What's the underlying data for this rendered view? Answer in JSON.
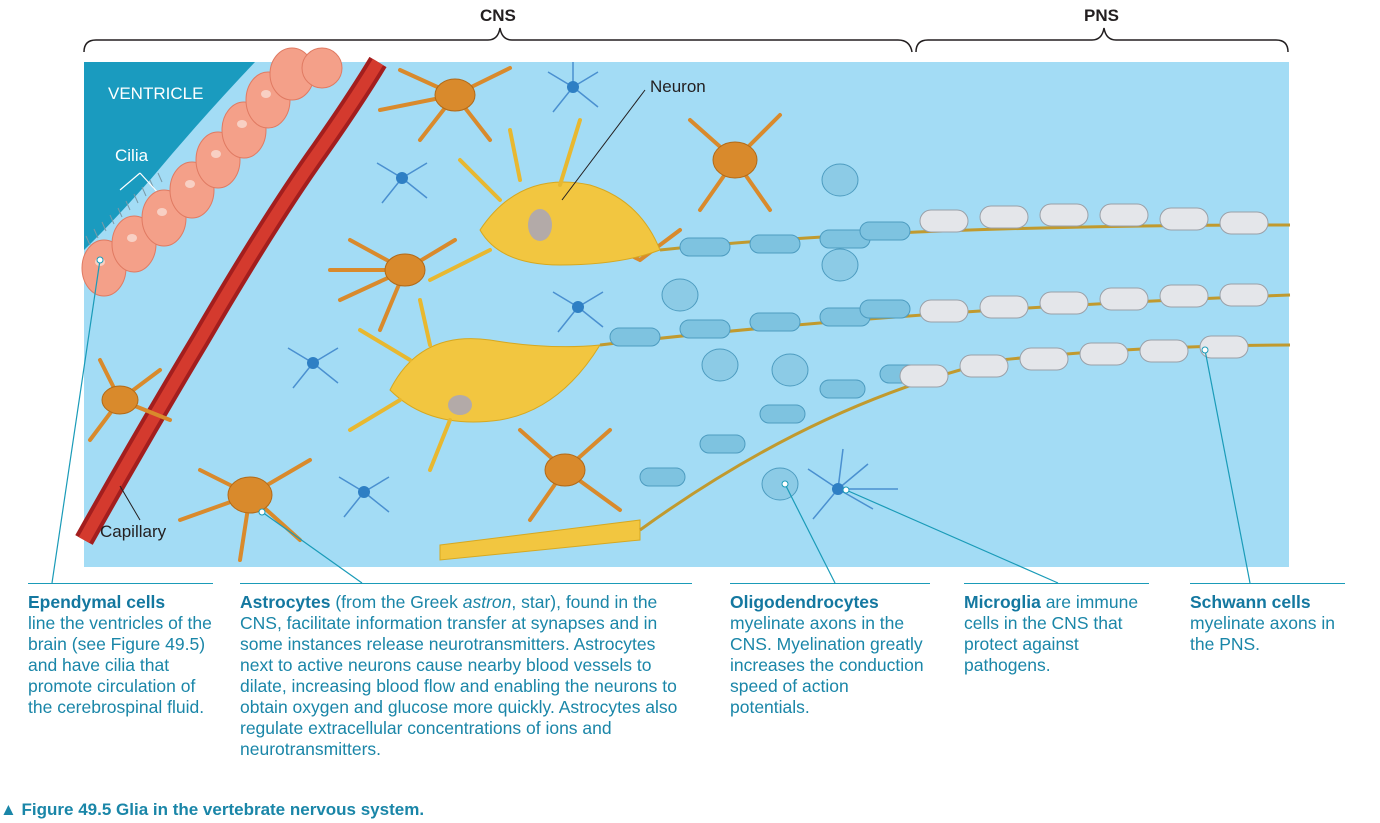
{
  "regions": {
    "cns": "CNS",
    "pns": "PNS"
  },
  "labels": {
    "ventricle": "VENTRICLE",
    "cilia": "Cilia",
    "neuron": "Neuron",
    "capillary": "Capillary"
  },
  "captions": {
    "ependymal": {
      "title": "Ependymal cells",
      "body": "line the ventricles of the brain (see Figure 49.5) and have cilia that promote circulation of the cerebrospinal fluid."
    },
    "astrocytes": {
      "title": "Astrocytes",
      "body_pre": " (from the Greek ",
      "italic": "astron",
      "body_post": ", star), found in the CNS, facilitate information transfer at synapses and in some instances release neurotransmitters. Astrocytes next to active neurons cause nearby blood vessels to dilate, increasing blood flow and enabling the neurons to obtain oxygen and glucose more quickly. Astrocytes also regulate extracellular concentrations of ions and neurotransmitters."
    },
    "oligodendrocytes": {
      "title": "Oligodendrocytes",
      "body": "myelinate axons in the CNS. Myelination greatly increases the conduction speed of action potentials."
    },
    "microglia": {
      "title": "Microglia",
      "body": " are immune cells in the CNS that protect against pathogens."
    },
    "schwann": {
      "title": "Schwann cells",
      "body": "myelinate axons in the PNS."
    }
  },
  "figure_title": "▲ Figure 49.5 Glia in the vertebrate nervous system.",
  "colors": {
    "background_fluid": "#a3dcf5",
    "ventricle": "#1a9bbf",
    "ependymal": "#f4a089",
    "capillary": "#c62828",
    "astrocyte": "#d98a2c",
    "neuron": "#f2c640",
    "myelin_cns": "#7ec3e0",
    "myelin_pns": "#e4e6ea",
    "microglia": "#2e7fc4",
    "caption_text": "#1a86a8"
  }
}
